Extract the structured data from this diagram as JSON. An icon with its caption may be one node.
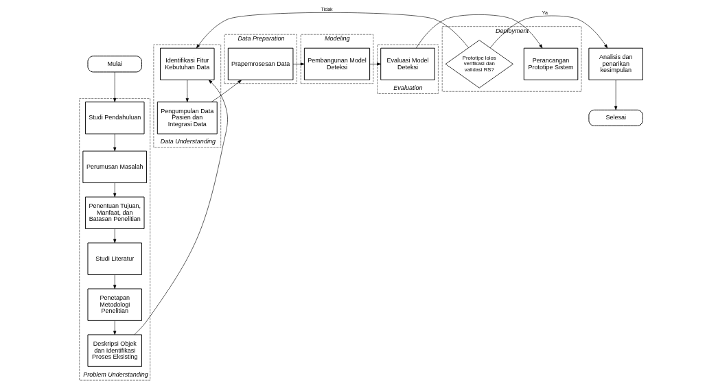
{
  "diagram": {
    "nodes": [
      {
        "text": [
          "Mulai"
        ]
      },
      {
        "text": [
          "Problem Understanding"
        ]
      },
      {
        "text": [
          "Studi Pendahuluan"
        ],
        "in": 1
      },
      {
        "text": [
          "Perumusan Masalah"
        ],
        "in": 1
      },
      {
        "text": [
          "Penentuan Tujuan, Manfaat, dan Batasan Penelitian"
        ],
        "in": 1
      },
      {
        "text": [
          "Studi Literatur"
        ],
        "in": 1
      },
      {
        "text": [
          "Penetapan Metodologi Penelitian"
        ],
        "in": 1
      },
      {
        "text": [
          "Deskripsi Objek dan Identifikasi Proses Eksisting"
        ],
        "in": 1
      },
      {
        "text": [
          "Data Understanding"
        ]
      },
      {
        "text": [
          "Identifikasi Fitur Kebutuhan Data"
        ],
        "in": 8
      },
      {
        "text": [
          "Pengumpulan Data Pasien dan Integrasi Data"
        ],
        "in": 8
      },
      {
        "text": [
          "Data Preparation"
        ]
      },
      {
        "text": [
          "Prapemrosesan Data"
        ],
        "in": 11
      },
      {
        "text": [
          "Modeling"
        ]
      },
      {
        "text": [
          "Pembangunan Model Deteksi"
        ],
        "in": 13
      },
      {
        "text": [
          "Evaluation"
        ]
      },
      {
        "text": [
          "Evaluasi Model Deteksi"
        ],
        "in": 15
      },
      {
        "text": [
          "Deployment"
        ]
      },
      {
        "text": [
          "Perancangan Prototipe Sistem"
        ],
        "in": 17
      },
      {
        "text": [
          "Prototipe lolos verifikasi dan validasi RS?"
        ],
        "in": 17
      },
      {
        "text": [
          "Analisis dan penarikan kesimpulan"
        ]
      },
      {
        "text": [
          "Selesai"
        ]
      }
    ],
    "edges": [
      {
        "from": 0,
        "to": 2,
        "arrow": "to"
      },
      {
        "from": 2,
        "to": 3,
        "arrow": "to"
      },
      {
        "from": 3,
        "to": 4,
        "arrow": "to"
      },
      {
        "from": 4,
        "to": 5,
        "arrow": "to"
      },
      {
        "from": 5,
        "to": 6,
        "arrow": "to"
      },
      {
        "from": 6,
        "to": 7,
        "arrow": "to"
      },
      {
        "from": 7,
        "to": 9,
        "arrow": "to"
      },
      {
        "from": 9,
        "to": 10,
        "arrow": "to"
      },
      {
        "from": 10,
        "to": 12,
        "arrow": "to"
      },
      {
        "from": 12,
        "to": 14,
        "arrow": "to"
      },
      {
        "from": 14,
        "to": 16,
        "arrow": "to"
      },
      {
        "from": 16,
        "to": 18,
        "arrow": "to"
      },
      {
        "from": 19,
        "to": 9,
        "arrow": "to",
        "label": "Tidak"
      },
      {
        "from": 19,
        "to": 20,
        "arrow": "to",
        "label": "Ya"
      },
      {
        "from": 20,
        "to": 21,
        "arrow": "to"
      }
    ]
  }
}
